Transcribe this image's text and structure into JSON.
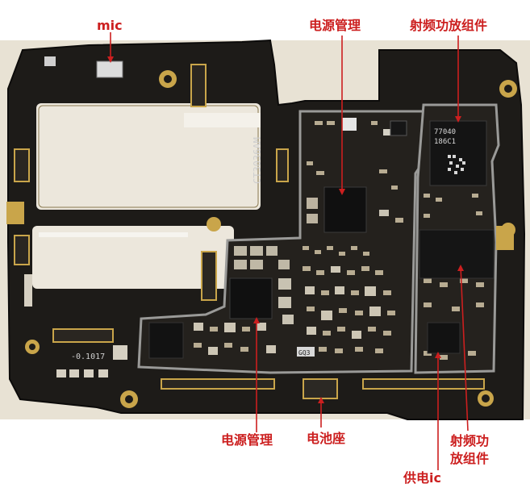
{
  "labels": {
    "mic": "mic",
    "power_mgmt_top": "电源管理",
    "rf_pa_top": "射频功放组件",
    "power_mgmt_bottom": "电源管理",
    "battery_connector": "电池座",
    "rf_pa_bottom": "射频功放组件",
    "power_supply_ic": "供电ic"
  },
  "board_markings": {
    "model": "CT3036AM",
    "serial": "-0.1017",
    "chip_line1": "77040",
    "chip_line2": "186C1",
    "small_chip": "GQ3"
  },
  "colors": {
    "annotation": "#cc1f1f",
    "board": "#1c1a17",
    "copper": "#c9a54a",
    "background": "#e9e3d6"
  }
}
